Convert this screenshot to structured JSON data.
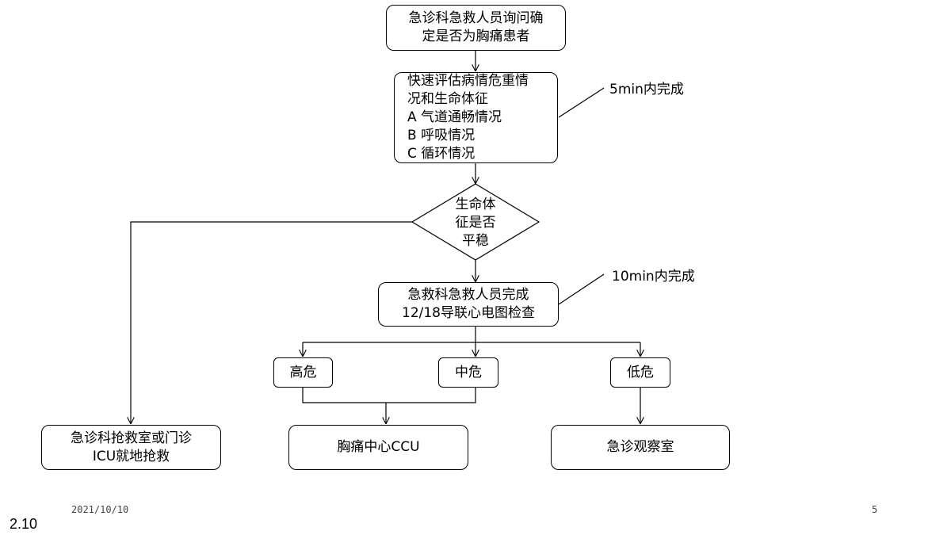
{
  "diagram": {
    "steps": {
      "inquiry": [
        "急诊科急救人员询问确",
        "定是否为胸痛患者"
      ],
      "assess": [
        "快速评估病情危重情",
        "况和生命体征",
        "A 气道通畅情况",
        "B 呼吸情况",
        "C 循环情况"
      ],
      "decision": [
        "生命体",
        "征是否",
        "平稳"
      ],
      "ecg": [
        "急救科急救人员完成",
        "12/18导联心电图检查"
      ],
      "high_risk": "高危",
      "mid_risk": "中危",
      "low_risk": "低危",
      "rescue": [
        "急诊科抢救室或门诊",
        "ICU就地抢救"
      ],
      "ccu": "胸痛中心CCU",
      "observation": "急诊观察室"
    },
    "notes": {
      "assess_time": "5min内完成",
      "ecg_time": "10min内完成"
    }
  },
  "footer": {
    "date": "2021/10/10",
    "page_number": "5",
    "slide_label": "2.10"
  }
}
